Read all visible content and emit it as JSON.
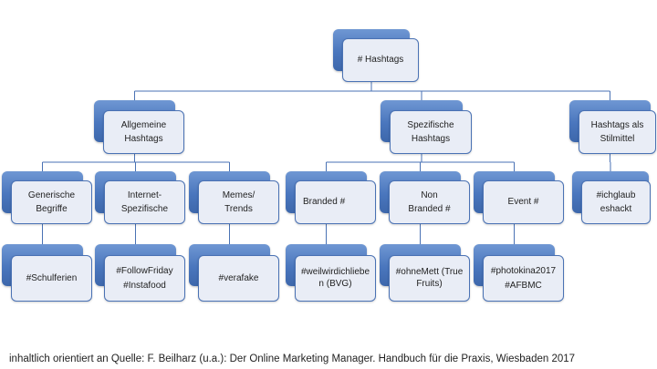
{
  "nodes": [
    {
      "id": "root",
      "label": "# Hashtags"
    },
    {
      "id": "allgemeine",
      "label": "Allgemeine\nHashtags"
    },
    {
      "id": "spezifische",
      "label": "Spezifische\nHashtags"
    },
    {
      "id": "stilmittel",
      "label": "Hashtags als\nStilmittel"
    },
    {
      "id": "generische",
      "label": "Generische\nBegriffe"
    },
    {
      "id": "internet",
      "label": "Internet-\nSpezifische"
    },
    {
      "id": "memes",
      "label": "Memes/\nTrends"
    },
    {
      "id": "branded",
      "label": "Branded #"
    },
    {
      "id": "nonbranded",
      "label": "Non\nBranded #"
    },
    {
      "id": "event",
      "label": "Event #"
    },
    {
      "id": "ichglaub",
      "label": "#ichglaub\neshackt"
    },
    {
      "id": "schulferien",
      "label": "#Schulferien"
    },
    {
      "id": "followfriday",
      "label": "#FollowFriday\n#Instafood"
    },
    {
      "id": "verafake",
      "label": "#verafake"
    },
    {
      "id": "weilwir",
      "label": "#weilwirdichliebe\nn (BVG)"
    },
    {
      "id": "ohnemett",
      "label": "#ohneMett (True\nFruits)"
    },
    {
      "id": "photokina",
      "label": "#photokina2017\n#AFBMC"
    }
  ],
  "edges": [
    [
      "root",
      "allgemeine"
    ],
    [
      "root",
      "spezifische"
    ],
    [
      "root",
      "stilmittel"
    ],
    [
      "allgemeine",
      "generische"
    ],
    [
      "allgemeine",
      "internet"
    ],
    [
      "allgemeine",
      "memes"
    ],
    [
      "spezifische",
      "branded"
    ],
    [
      "spezifische",
      "nonbranded"
    ],
    [
      "spezifische",
      "event"
    ],
    [
      "stilmittel",
      "ichglaub"
    ],
    [
      "generische",
      "schulferien"
    ],
    [
      "internet",
      "followfriday"
    ],
    [
      "memes",
      "verafake"
    ],
    [
      "branded",
      "weilwir"
    ],
    [
      "nonbranded",
      "ohnemett"
    ],
    [
      "event",
      "photokina"
    ]
  ],
  "footnote": "inhaltlich orientiert an Quelle: F. Beilharz (u.a.): Der Online Marketing Manager. Handbuch für die Praxis, Wiesbaden 2017",
  "colors": {
    "accent": "#4a76bd",
    "box_fill": "#e9edf6",
    "line": "#4a72b4"
  }
}
